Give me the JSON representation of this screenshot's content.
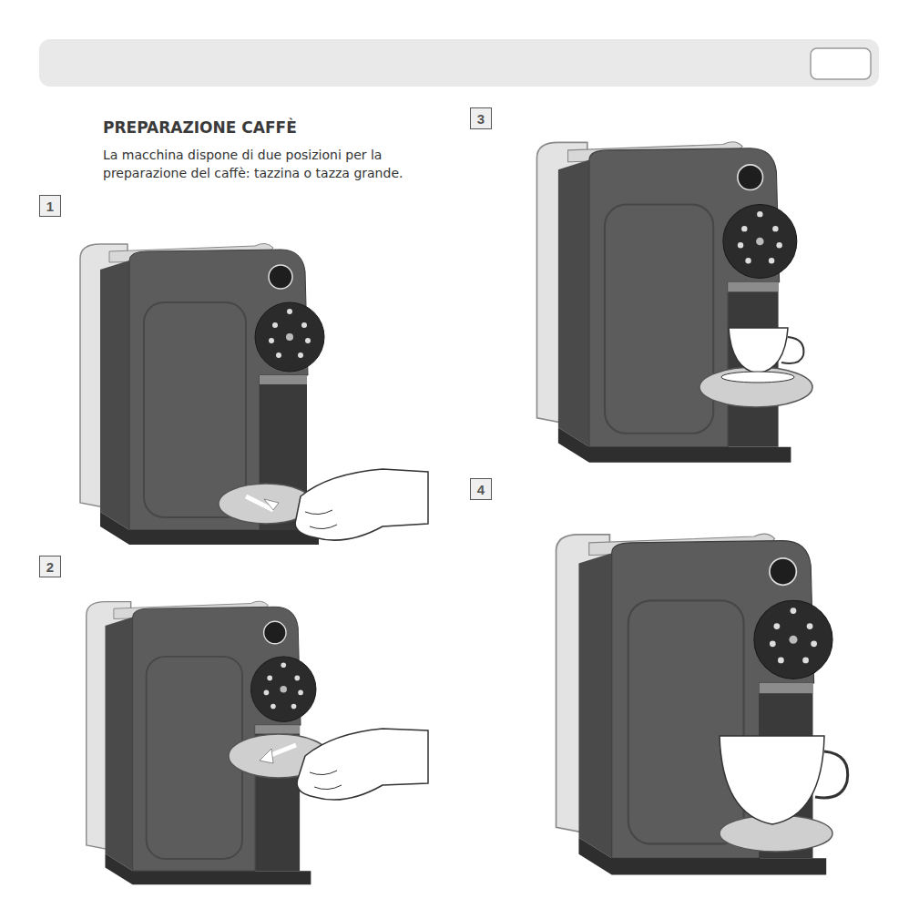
{
  "diagram": {
    "title": "PREPARAZIONE CAFFÈ",
    "nodes": [
      {
        "text": [
          "1"
        ]
      },
      {
        "text": [
          "2"
        ]
      },
      {
        "text": [
          "3"
        ]
      },
      {
        "text": [
          "4"
        ]
      }
    ],
    "labels": [
      "La macchina dispone di due posizioni per la preparazione del caffè: tazzina o tazza grande."
    ]
  }
}
